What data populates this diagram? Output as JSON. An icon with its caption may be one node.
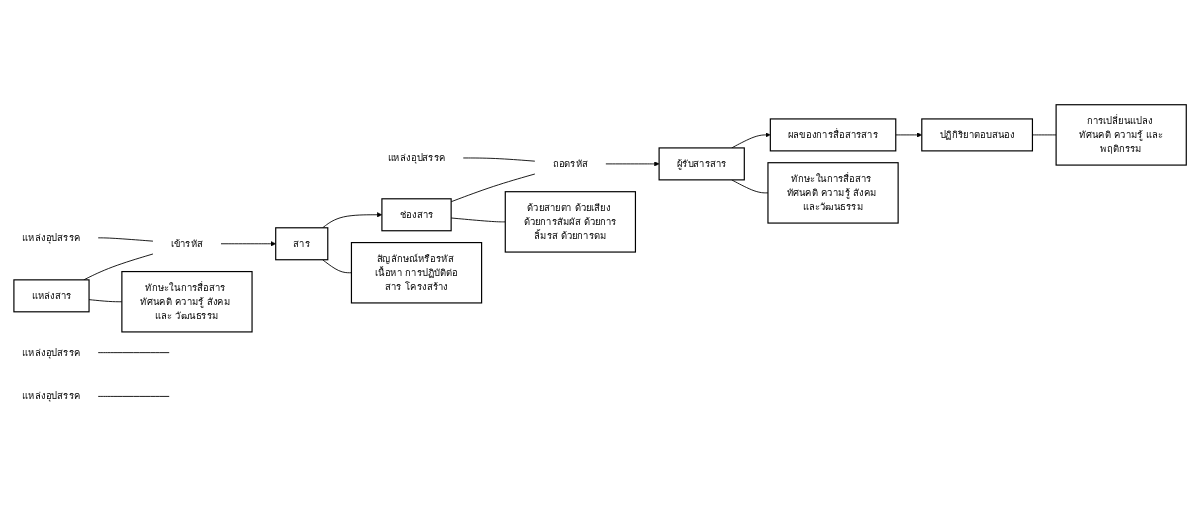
{
  "diagram": {
    "nodes": [
      {
        "text": [
          "แหล่งสาร"
        ]
      },
      {
        "text": [
          "เข้ารหัส"
        ]
      },
      {
        "text": [
          "สาร"
        ]
      },
      {
        "text": [
          "ช่องสาร"
        ]
      },
      {
        "text": [
          "ถอดรหัส"
        ]
      },
      {
        "text": [
          "ผู้รับสารสาร"
        ]
      },
      {
        "text": [
          "ผลของการสื่อสารสาร"
        ]
      },
      {
        "text": [
          "ปฏิกิริยาตอบสนอง"
        ]
      },
      {
        "text": [
          "แหล่งอุปสรรค"
        ]
      },
      {
        "text": [
          "แหล่งอุปสรรค"
        ]
      },
      {
        "text": [
          "แหล่งอุปสรรค"
        ]
      },
      {
        "text": [
          "แหล่งอุปสรรค"
        ]
      },
      {
        "text": [
          "ทักษะในการสื่อสาร ทัศนคติ ความรู้ สังคม และ วัฒนธรรม"
        ]
      },
      {
        "text": [
          "สัญลักษณ์หรือรหัส เนื้อหา การปฏิบัติต่อสาร โครงสร้าง"
        ]
      },
      {
        "text": [
          "ด้วยสายตา ด้วยเสียง ด้วยการสัมผัส ด้วยการลิ้มรส ด้วยการดม"
        ]
      },
      {
        "text": [
          "ทักษะในการสื่อสาร ทัศนคติ ความรู้ สังคม และวัฒนธรรม"
        ]
      },
      {
        "text": [
          "การเปลี่ยนแปลง ทัศนคติ ความรู้ และพฤติกรรม"
        ]
      }
    ],
    "edges": [
      {
        "from": 0,
        "to": 1,
        "arrow": "none"
      },
      {
        "from": 1,
        "to": 2,
        "arrow": "to"
      },
      {
        "from": 2,
        "to": 3,
        "arrow": "to"
      },
      {
        "from": 3,
        "to": 4,
        "arrow": "none"
      },
      {
        "from": 4,
        "to": 5,
        "arrow": "to"
      },
      {
        "from": 5,
        "to": 6,
        "arrow": "to"
      },
      {
        "from": 6,
        "to": 7,
        "arrow": "to"
      },
      {
        "from": 8,
        "to": 1,
        "arrow": "none"
      },
      {
        "from": 9,
        "to": null,
        "arrow": "none"
      },
      {
        "from": 10,
        "to": 4,
        "arrow": "none"
      },
      {
        "from": 11,
        "to": null,
        "arrow": "none"
      },
      {
        "from": 0,
        "to": 12,
        "arrow": "none"
      },
      {
        "from": 2,
        "to": 13,
        "arrow": "none"
      },
      {
        "from": 3,
        "to": 14,
        "arrow": "none"
      },
      {
        "from": 5,
        "to": 15,
        "arrow": "none"
      },
      {
        "from": 7,
        "to": 16,
        "arrow": "none"
      }
    ]
  }
}
